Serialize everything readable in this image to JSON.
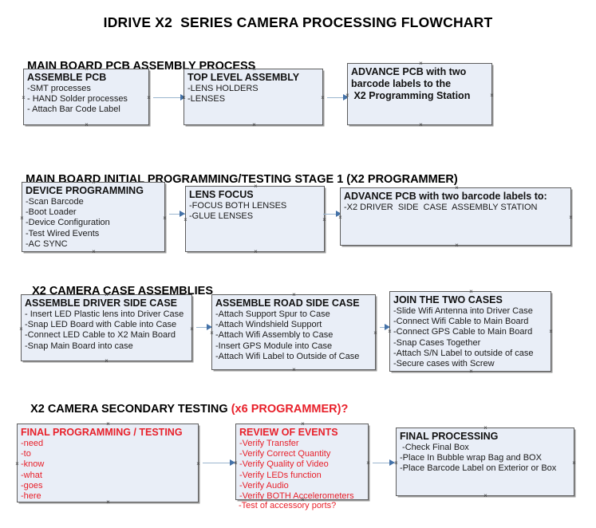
{
  "document": {
    "title": "IDRIVE X2  SERIES CAMERA PROCESSING FLOWCHART"
  },
  "sections": [
    {
      "id": "main-board-pcb-assembly-process",
      "title": "MAIN BOARD PCB ASSEMBLY PROCESS",
      "title_red": "",
      "nodes": [
        {
          "id": "assemble-pcb",
          "header": "ASSEMBLE PCB",
          "items": [
            "-SMT processes",
            "- HAND Solder processes",
            "- Attach Bar Code Label"
          ]
        },
        {
          "id": "top-level-assembly",
          "header": "TOP LEVEL ASSEMBLY",
          "items": [
            "-LENS HOLDERS",
            "-LENSES"
          ]
        },
        {
          "id": "advance-pcb-to-x2-programming-station",
          "header": "ADVANCE PCB with two",
          "items": [
            "barcode labels to the",
            " X2 Programming Station"
          ]
        }
      ]
    },
    {
      "id": "main-board-initial-programming",
      "title": "MAIN BOARD INITIAL PROGRAMMING/TESTING STAGE 1 (X2 PROGRAMMER)",
      "title_red": "",
      "nodes": [
        {
          "id": "device-programming",
          "header": "DEVICE PROGRAMMING",
          "items": [
            "-Scan Barcode",
            "-Boot Loader",
            "-Device Configuration",
            "-Test Wired Events",
            "-AC SYNC"
          ]
        },
        {
          "id": "lens-focus",
          "header": "LENS FOCUS",
          "items": [
            "-FOCUS BOTH LENSES",
            "-GLUE LENSES"
          ]
        },
        {
          "id": "advance-pcb-to-driver-side-case-station",
          "header": "ADVANCE PCB with two barcode labels to:",
          "items": [
            "-X2 DRIVER  SIDE  CASE  ASSEMBLY STATION"
          ]
        }
      ]
    },
    {
      "id": "x2-camera-case-assemblies",
      "title": "X2 CAMERA CASE ASSEMBLIES",
      "title_red": "",
      "nodes": [
        {
          "id": "assemble-driver-side-case",
          "header": "ASSEMBLE DRIVER SIDE CASE",
          "items": [
            "- Insert LED Plastic lens into Driver Case",
            "-Snap LED Board with Cable into Case",
            "-Connect LED Cable to X2 Main Board",
            "-Snap Main Board into case"
          ]
        },
        {
          "id": "assemble-road-side-case",
          "header": "ASSEMBLE ROAD SIDE CASE",
          "items": [
            "-Attach Support Spur to Case",
            "-Attach Windshield Support",
            "-Attach Wifi Assembly to Case",
            "-Insert GPS Module into Case",
            "-Attach Wifi Label to Outside of Case"
          ]
        },
        {
          "id": "join-the-two-cases",
          "header": "JOIN THE TWO CASES",
          "items": [
            "-Slide Wifi Antenna into Driver Case",
            "-Connect Wifi Cable to Main Board",
            "-Connect GPS Cable to Main Board",
            "-Snap Cases Together",
            "-Attach S/N Label to outside of case",
            "-Secure cases with Screw"
          ]
        }
      ]
    },
    {
      "id": "x2-camera-secondary-testing",
      "title": "X2 CAMERA SECONDARY TESTING ",
      "title_red": "(x6 PROGRAMMER)?",
      "nodes": [
        {
          "id": "final-programming-testing",
          "header": "FINAL PROGRAMMING / TESTING",
          "items": [
            "-need",
            "-to",
            "-know",
            "-what",
            "-goes",
            "-here"
          ]
        },
        {
          "id": "review-of-events",
          "header": "REVIEW OF EVENTS",
          "items": [
            "-Verify Transfer",
            "-Verify Correct Quantity",
            "-Verify Quality of Video",
            "-Verify LEDs function",
            "-Verify Audio",
            "-Verify BOTH Accelerometers"
          ],
          "overflow_item": "-Test of accessory ports?"
        },
        {
          "id": "final-processing",
          "header": "FINAL PROCESSING",
          "items": [
            " -Check Final Box",
            "-Place In Bubble wrap Bag and BOX",
            "-Place Barcode Label on Exterior or Box"
          ]
        }
      ]
    }
  ],
  "colors": {
    "node_fill": "#e9eef7",
    "node_border": "#5d5d5d",
    "connector_line": "#9bb6cf",
    "arrow_head": "#4472a8",
    "accent_red": "#e8202a",
    "text": "#111111"
  }
}
